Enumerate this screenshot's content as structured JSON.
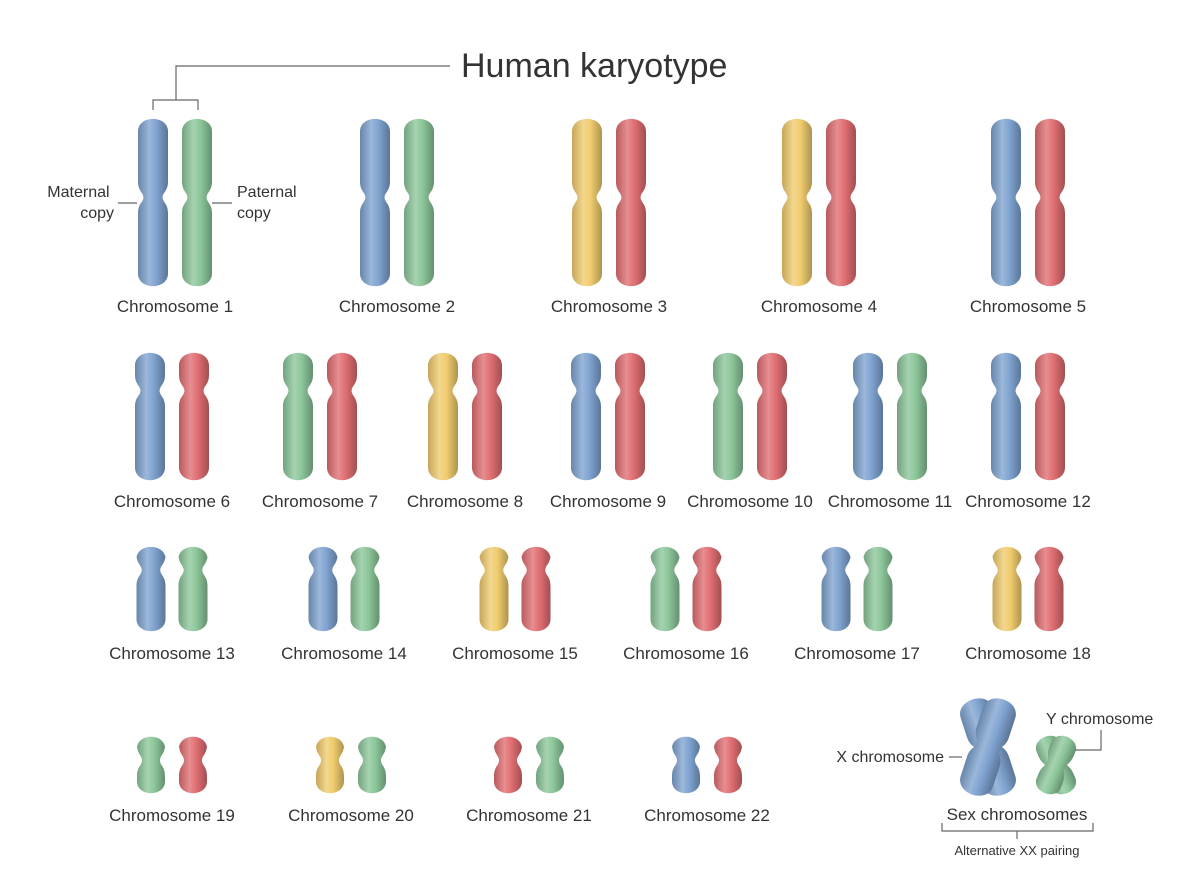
{
  "title": "Human karyotype",
  "maternal_label": [
    "Maternal",
    "copy"
  ],
  "paternal_label": [
    "Paternal",
    "copy"
  ],
  "colors": {
    "blue": "#7fa3d0",
    "green": "#8cc69a",
    "yellow": "#f0cc6e",
    "red": "#e06e72",
    "text": "#333333",
    "line": "#666666"
  },
  "chromosomes": [
    {
      "label": "Chromosome 1",
      "colors": [
        "blue",
        "green"
      ]
    },
    {
      "label": "Chromosome 2",
      "colors": [
        "blue",
        "green"
      ]
    },
    {
      "label": "Chromosome 3",
      "colors": [
        "yellow",
        "red"
      ]
    },
    {
      "label": "Chromosome 4",
      "colors": [
        "yellow",
        "red"
      ]
    },
    {
      "label": "Chromosome 5",
      "colors": [
        "blue",
        "red"
      ]
    },
    {
      "label": "Chromosome 6",
      "colors": [
        "blue",
        "red"
      ]
    },
    {
      "label": "Chromosome 7",
      "colors": [
        "green",
        "red"
      ]
    },
    {
      "label": "Chromosome 8",
      "colors": [
        "yellow",
        "red"
      ]
    },
    {
      "label": "Chromosome 9",
      "colors": [
        "blue",
        "red"
      ]
    },
    {
      "label": "Chromosome 10",
      "colors": [
        "green",
        "red"
      ]
    },
    {
      "label": "Chromosome 11",
      "colors": [
        "blue",
        "green"
      ]
    },
    {
      "label": "Chromosome 12",
      "colors": [
        "blue",
        "red"
      ]
    },
    {
      "label": "Chromosome 13",
      "colors": [
        "blue",
        "green"
      ]
    },
    {
      "label": "Chromosome 14",
      "colors": [
        "blue",
        "green"
      ]
    },
    {
      "label": "Chromosome 15",
      "colors": [
        "yellow",
        "red"
      ]
    },
    {
      "label": "Chromosome 16",
      "colors": [
        "green",
        "red"
      ]
    },
    {
      "label": "Chromosome 17",
      "colors": [
        "blue",
        "green"
      ]
    },
    {
      "label": "Chromosome 18",
      "colors": [
        "yellow",
        "red"
      ]
    },
    {
      "label": "Chromosome 19",
      "colors": [
        "green",
        "red"
      ]
    },
    {
      "label": "Chromosome 20",
      "colors": [
        "yellow",
        "green"
      ]
    },
    {
      "label": "Chromosome 21",
      "colors": [
        "red",
        "green"
      ]
    },
    {
      "label": "Chromosome 22",
      "colors": [
        "blue",
        "red"
      ]
    }
  ],
  "sex": {
    "label": "Sex chromosomes",
    "x_label": "X chromosome",
    "y_label": "Y chromosome",
    "note": "Alternative XX pairing",
    "x_color": "blue",
    "y_color": "green"
  }
}
